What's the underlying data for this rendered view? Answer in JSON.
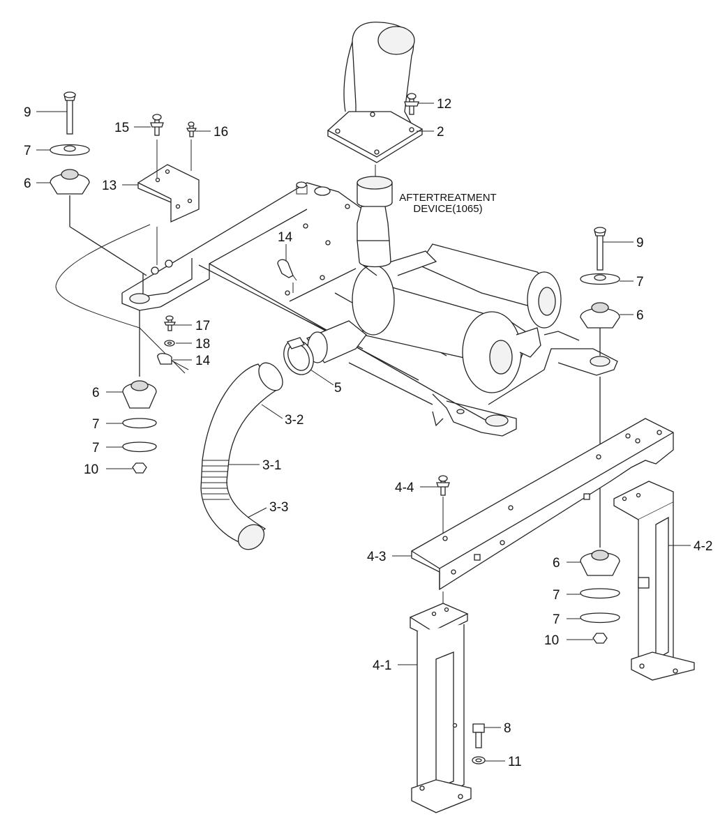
{
  "caption": {
    "line1": "AFTERTREATMENT",
    "line2": "DEVICE(1065)"
  },
  "labels": {
    "l9a": "9",
    "l7a": "7",
    "l6a": "6",
    "l15": "15",
    "l16": "16",
    "l13": "13",
    "l12": "12",
    "l2": "2",
    "l14a": "14",
    "l17": "17",
    "l18": "18",
    "l14b": "14",
    "l6b": "6",
    "l7b": "7",
    "l7c": "7",
    "l10a": "10",
    "l5": "5",
    "l3_2": "3-2",
    "l3_1": "3-1",
    "l3_3": "3-3",
    "l9b": "9",
    "l7d": "7",
    "l6c": "6",
    "l4_4": "4-4",
    "l4_3": "4-3",
    "l4_2": "4-2",
    "l6d": "6",
    "l7e": "7",
    "l7f": "7",
    "l10b": "10",
    "l4_1": "4-1",
    "l8": "8",
    "l11": "11"
  }
}
